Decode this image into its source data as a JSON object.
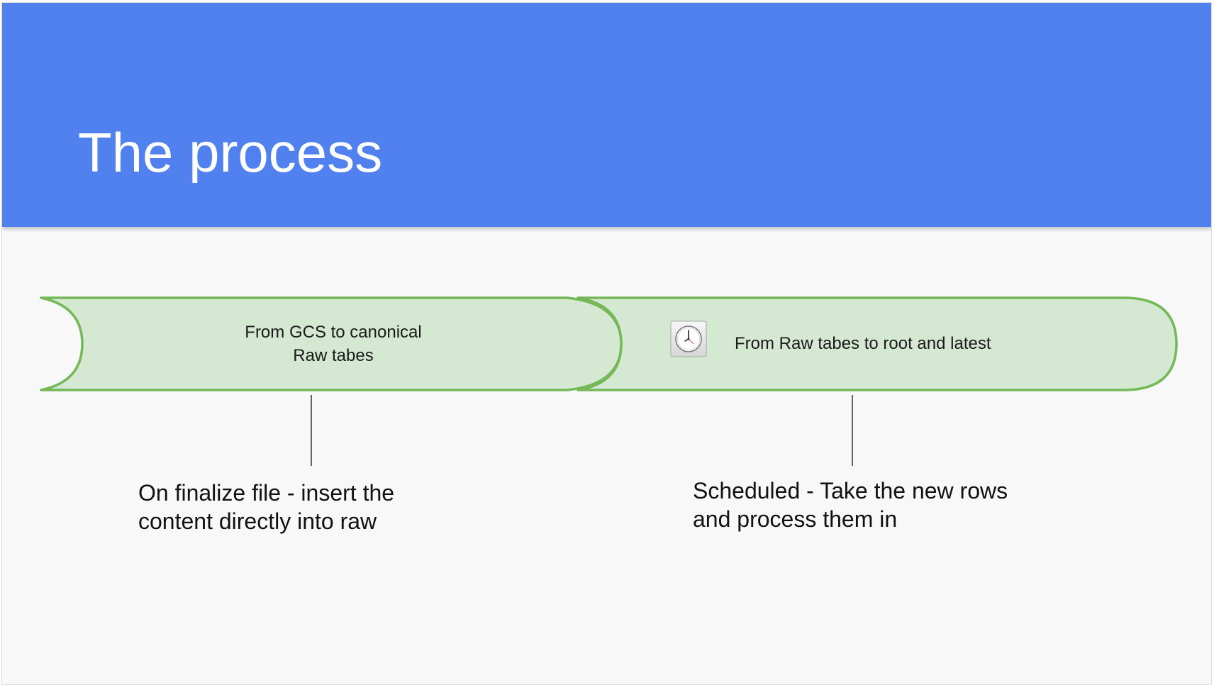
{
  "slide": {
    "title": "The process",
    "header_color": "#5181ef",
    "background_color": "#f8f8f8"
  },
  "steps": [
    {
      "label_lines": [
        "From GCS to canonical",
        "Raw tabes"
      ],
      "fill_color": "#d4e8d2",
      "stroke_color": "#74b858"
    },
    {
      "label_lines": [
        "From Raw tabes to root and latest"
      ],
      "icon": "clock-icon",
      "fill_color": "#d4e8d2",
      "stroke_color": "#74b858"
    }
  ],
  "notes": [
    {
      "lines": [
        "On finalize file - insert the",
        "content directly into raw"
      ]
    },
    {
      "lines": [
        "Scheduled - Take the new rows",
        "and process them in"
      ]
    }
  ]
}
